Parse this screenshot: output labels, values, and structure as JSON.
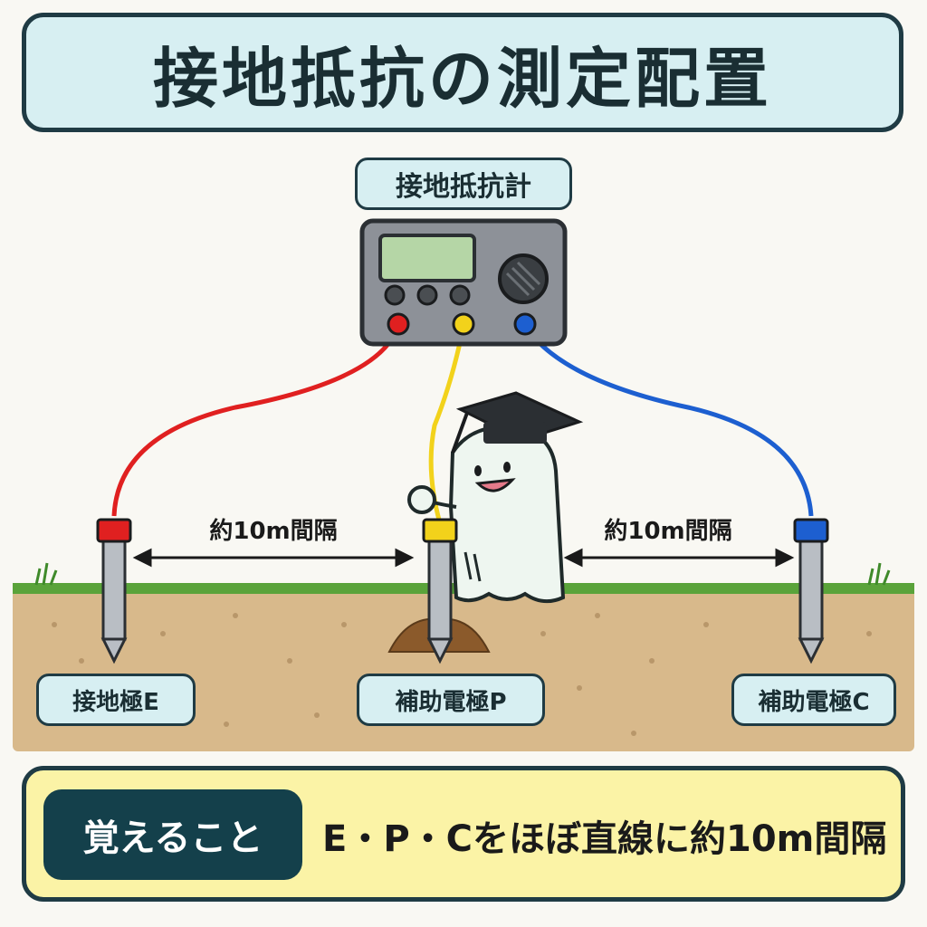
{
  "title": "接地抵抗の測定配置",
  "meter": {
    "label": "接地抵抗計",
    "display_color": "#b5d6a6",
    "terminal_colors": [
      "#e02020",
      "#f2d21b",
      "#1d5fd0"
    ]
  },
  "wires": {
    "E": "#e02020",
    "P": "#f2d21b",
    "C": "#1d5fd0"
  },
  "spacing": {
    "left": "約10m間隔",
    "right": "約10m間隔"
  },
  "electrodes": [
    {
      "label": "接地極E",
      "cap_color": "#e02020"
    },
    {
      "label": "補助電極P",
      "cap_color": "#f2d21b"
    },
    {
      "label": "補助電極C",
      "cap_color": "#1d5fd0"
    }
  ],
  "memo": {
    "badge": "覚えること",
    "text": "E・P・Cをほぼ直線に約10m間隔"
  },
  "colors": {
    "soil": "#d8b98b",
    "grass": "#5aa33a",
    "outline": "#1f3b44"
  }
}
